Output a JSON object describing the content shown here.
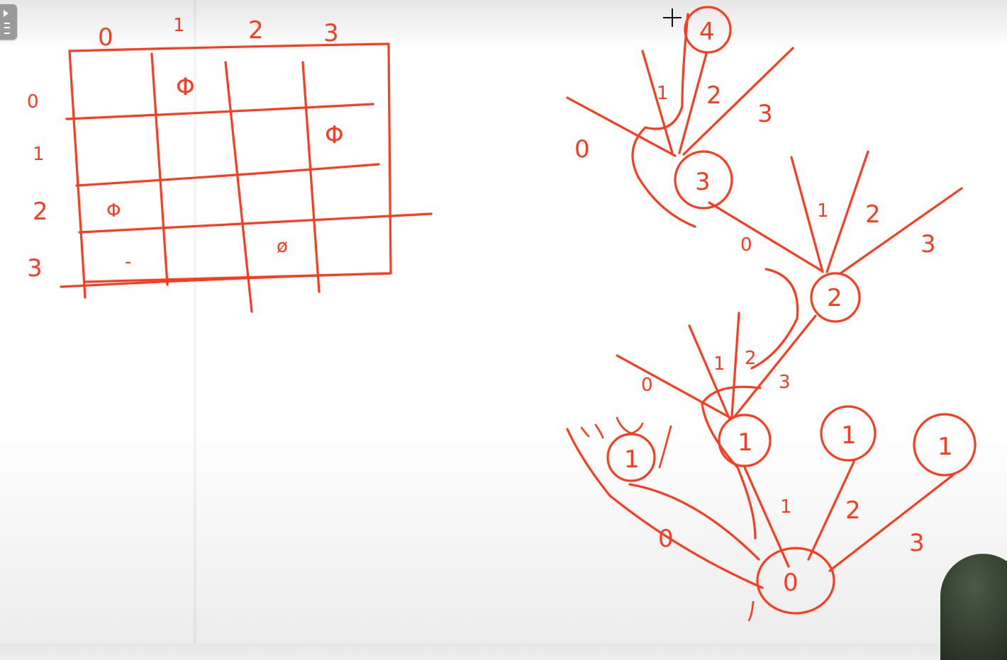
{
  "toolbar": {
    "icon": "play-menu-icon"
  },
  "cursor": {
    "icon": "crosshair-plus-icon"
  },
  "grid": {
    "col_headers": [
      "0",
      "1",
      "2",
      "3"
    ],
    "row_headers": [
      "0",
      "1",
      "2",
      "3"
    ],
    "marks": [
      {
        "row": "0",
        "col": "1",
        "symbol": "Φ"
      },
      {
        "row": "1",
        "col": "3",
        "symbol": "Φ"
      },
      {
        "row": "2",
        "col": "0",
        "symbol": "Φ"
      },
      {
        "row": "3",
        "col": "0",
        "symbol": "-"
      },
      {
        "row": "3",
        "col": "2",
        "symbol": "ø"
      }
    ]
  },
  "tree": {
    "nodes": {
      "root": "0",
      "n1": "1",
      "n1b": "1",
      "n1c": "1",
      "n1d": "1",
      "n2": "2",
      "n3": "3",
      "n4": "4"
    },
    "edge_labels": {
      "top_0": "0",
      "top_1": "1",
      "top_2": "2",
      "top_3": "3",
      "mid_0": "0",
      "mid_1": "1",
      "mid_2": "2",
      "mid_3": "3",
      "low_0": "0",
      "low_1": "1",
      "low_2": "2",
      "low_3": "3",
      "bot_0": "0",
      "bot_1": "1",
      "bot_2": "2",
      "bot_3": "3"
    }
  },
  "colors": {
    "ink": "#ff3b1f",
    "background": "#ffffff"
  }
}
